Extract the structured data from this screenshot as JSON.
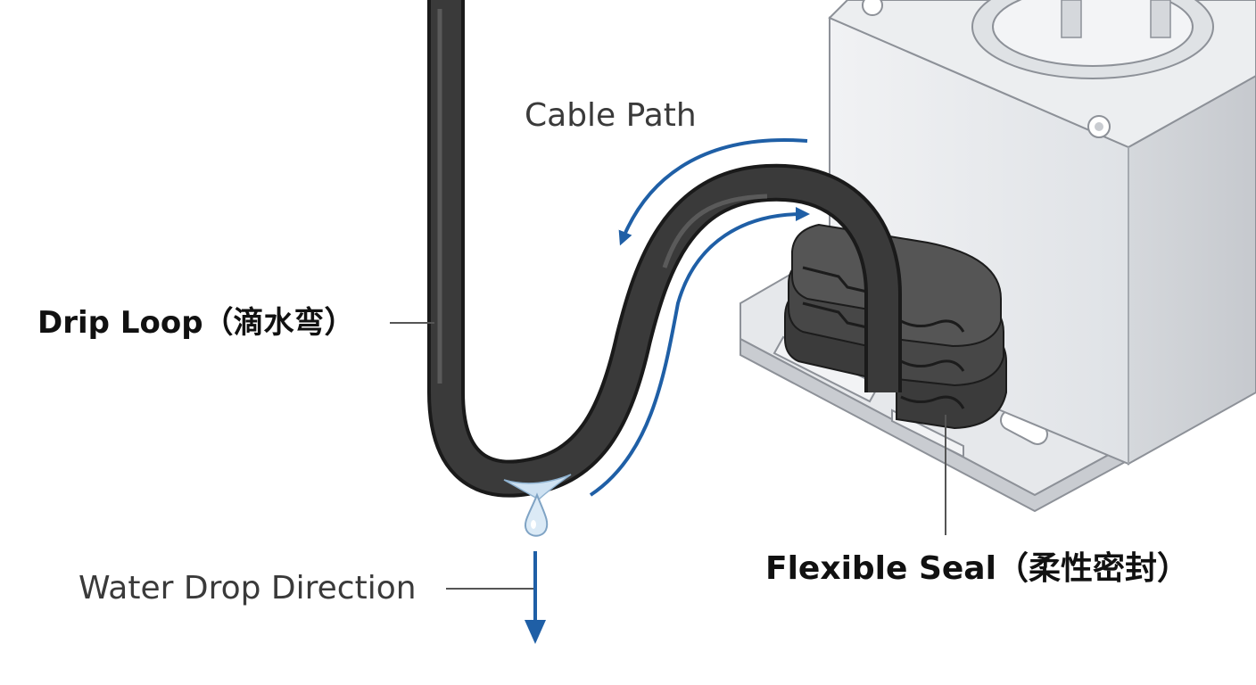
{
  "labels": {
    "cable_path": "Cable Path",
    "drip_loop": "Drip Loop（滴水弯）",
    "water_drop_direction": "Water Drop Direction",
    "flexible_seal": "Flexible Seal（柔性密封）"
  },
  "colors": {
    "cable": "#2b2b2b",
    "arrow": "#1f5fa6",
    "housing": "#e3e5e8",
    "seal": "#3a3a3a",
    "leader": "#555555"
  },
  "icons": [
    "water-drop-icon",
    "down-arrow-icon",
    "curved-arrow-icon"
  ]
}
